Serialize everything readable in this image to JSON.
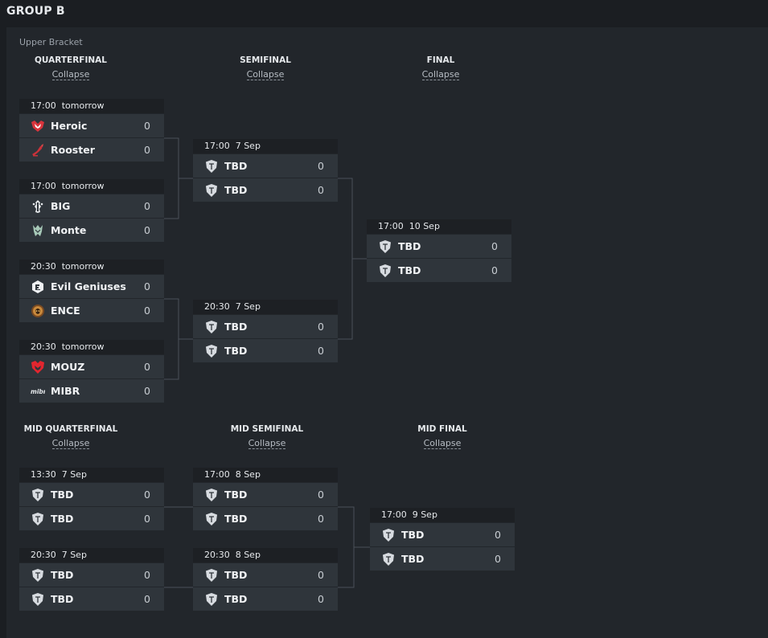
{
  "group_title": "GROUP B",
  "upper": {
    "section_label": "Upper Bracket",
    "rounds": [
      {
        "title": "QUARTERFINAL",
        "collapse": "Collapse"
      },
      {
        "title": "SEMIFINAL",
        "collapse": "Collapse"
      },
      {
        "title": "FINAL",
        "collapse": "Collapse"
      }
    ],
    "matches": [
      {
        "time": "17:00",
        "day": "tomorrow",
        "teams": [
          {
            "name": "Heroic",
            "score": "0",
            "icon": "heroic-logo"
          },
          {
            "name": "Rooster",
            "score": "0",
            "icon": "rooster-logo"
          }
        ]
      },
      {
        "time": "17:00",
        "day": "tomorrow",
        "teams": [
          {
            "name": "BIG",
            "score": "0",
            "icon": "big-logo"
          },
          {
            "name": "Monte",
            "score": "0",
            "icon": "monte-logo"
          }
        ]
      },
      {
        "time": "20:30",
        "day": "tomorrow",
        "teams": [
          {
            "name": "Evil Geniuses",
            "score": "0",
            "icon": "evil-geniuses-logo"
          },
          {
            "name": "ENCE",
            "score": "0",
            "icon": "ence-logo"
          }
        ]
      },
      {
        "time": "20:30",
        "day": "tomorrow",
        "teams": [
          {
            "name": "MOUZ",
            "score": "0",
            "icon": "mouz-logo"
          },
          {
            "name": "MIBR",
            "score": "0",
            "icon": "mibr-logo"
          }
        ]
      },
      {
        "time": "17:00",
        "day": "7 Sep",
        "teams": [
          {
            "name": "TBD",
            "score": "0",
            "icon": "tbd-shield-icon"
          },
          {
            "name": "TBD",
            "score": "0",
            "icon": "tbd-shield-icon"
          }
        ]
      },
      {
        "time": "20:30",
        "day": "7 Sep",
        "teams": [
          {
            "name": "TBD",
            "score": "0",
            "icon": "tbd-shield-icon"
          },
          {
            "name": "TBD",
            "score": "0",
            "icon": "tbd-shield-icon"
          }
        ]
      },
      {
        "time": "17:00",
        "day": "10 Sep",
        "teams": [
          {
            "name": "TBD",
            "score": "0",
            "icon": "tbd-shield-icon"
          },
          {
            "name": "TBD",
            "score": "0",
            "icon": "tbd-shield-icon"
          }
        ]
      }
    ]
  },
  "mid": {
    "rounds": [
      {
        "title": "MID QUARTERFINAL",
        "collapse": "Collapse"
      },
      {
        "title": "MID SEMIFINAL",
        "collapse": "Collapse"
      },
      {
        "title": "MID FINAL",
        "collapse": "Collapse"
      }
    ],
    "matches": [
      {
        "time": "13:30",
        "day": "7 Sep",
        "teams": [
          {
            "name": "TBD",
            "score": "0",
            "icon": "tbd-shield-icon"
          },
          {
            "name": "TBD",
            "score": "0",
            "icon": "tbd-shield-icon"
          }
        ]
      },
      {
        "time": "20:30",
        "day": "7 Sep",
        "teams": [
          {
            "name": "TBD",
            "score": "0",
            "icon": "tbd-shield-icon"
          },
          {
            "name": "TBD",
            "score": "0",
            "icon": "tbd-shield-icon"
          }
        ]
      },
      {
        "time": "17:00",
        "day": "8 Sep",
        "teams": [
          {
            "name": "TBD",
            "score": "0",
            "icon": "tbd-shield-icon"
          },
          {
            "name": "TBD",
            "score": "0",
            "icon": "tbd-shield-icon"
          }
        ]
      },
      {
        "time": "20:30",
        "day": "8 Sep",
        "teams": [
          {
            "name": "TBD",
            "score": "0",
            "icon": "tbd-shield-icon"
          },
          {
            "name": "TBD",
            "score": "0",
            "icon": "tbd-shield-icon"
          }
        ]
      },
      {
        "time": "17:00",
        "day": "9 Sep",
        "teams": [
          {
            "name": "TBD",
            "score": "0",
            "icon": "tbd-shield-icon"
          },
          {
            "name": "TBD",
            "score": "0",
            "icon": "tbd-shield-icon"
          }
        ]
      }
    ]
  }
}
